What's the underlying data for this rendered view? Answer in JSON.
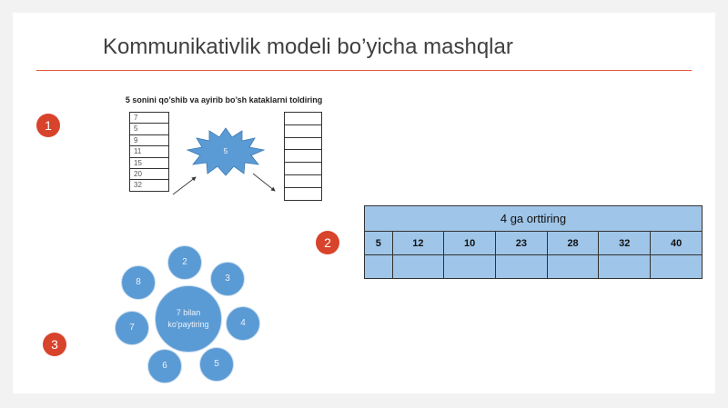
{
  "slide": {
    "title": "Kommunikativlik modeli bo’yicha mashqlar",
    "badges": [
      "1",
      "2",
      "3"
    ],
    "accent_color": "#d8432c",
    "rule_color": "#e0553a"
  },
  "exercise1": {
    "instruction": "5 sonini qo’shib va ayirib bo’sh kataklarni toldiring",
    "left_values": [
      "7",
      "5",
      "9",
      "11",
      "15",
      "20",
      "32"
    ],
    "center_number": "5",
    "right_empty_cells": 7
  },
  "exercise2": {
    "header": "4 ga orttiring",
    "values": [
      "5",
      "12",
      "10",
      "23",
      "28",
      "32",
      "40"
    ],
    "cell_color": "#9fc5e8"
  },
  "exercise3": {
    "center_label": "7 bilan ko'paytiring",
    "outer_values": [
      "2",
      "3",
      "4",
      "5",
      "6",
      "7",
      "8"
    ],
    "circle_color": "#5b9bd5"
  }
}
